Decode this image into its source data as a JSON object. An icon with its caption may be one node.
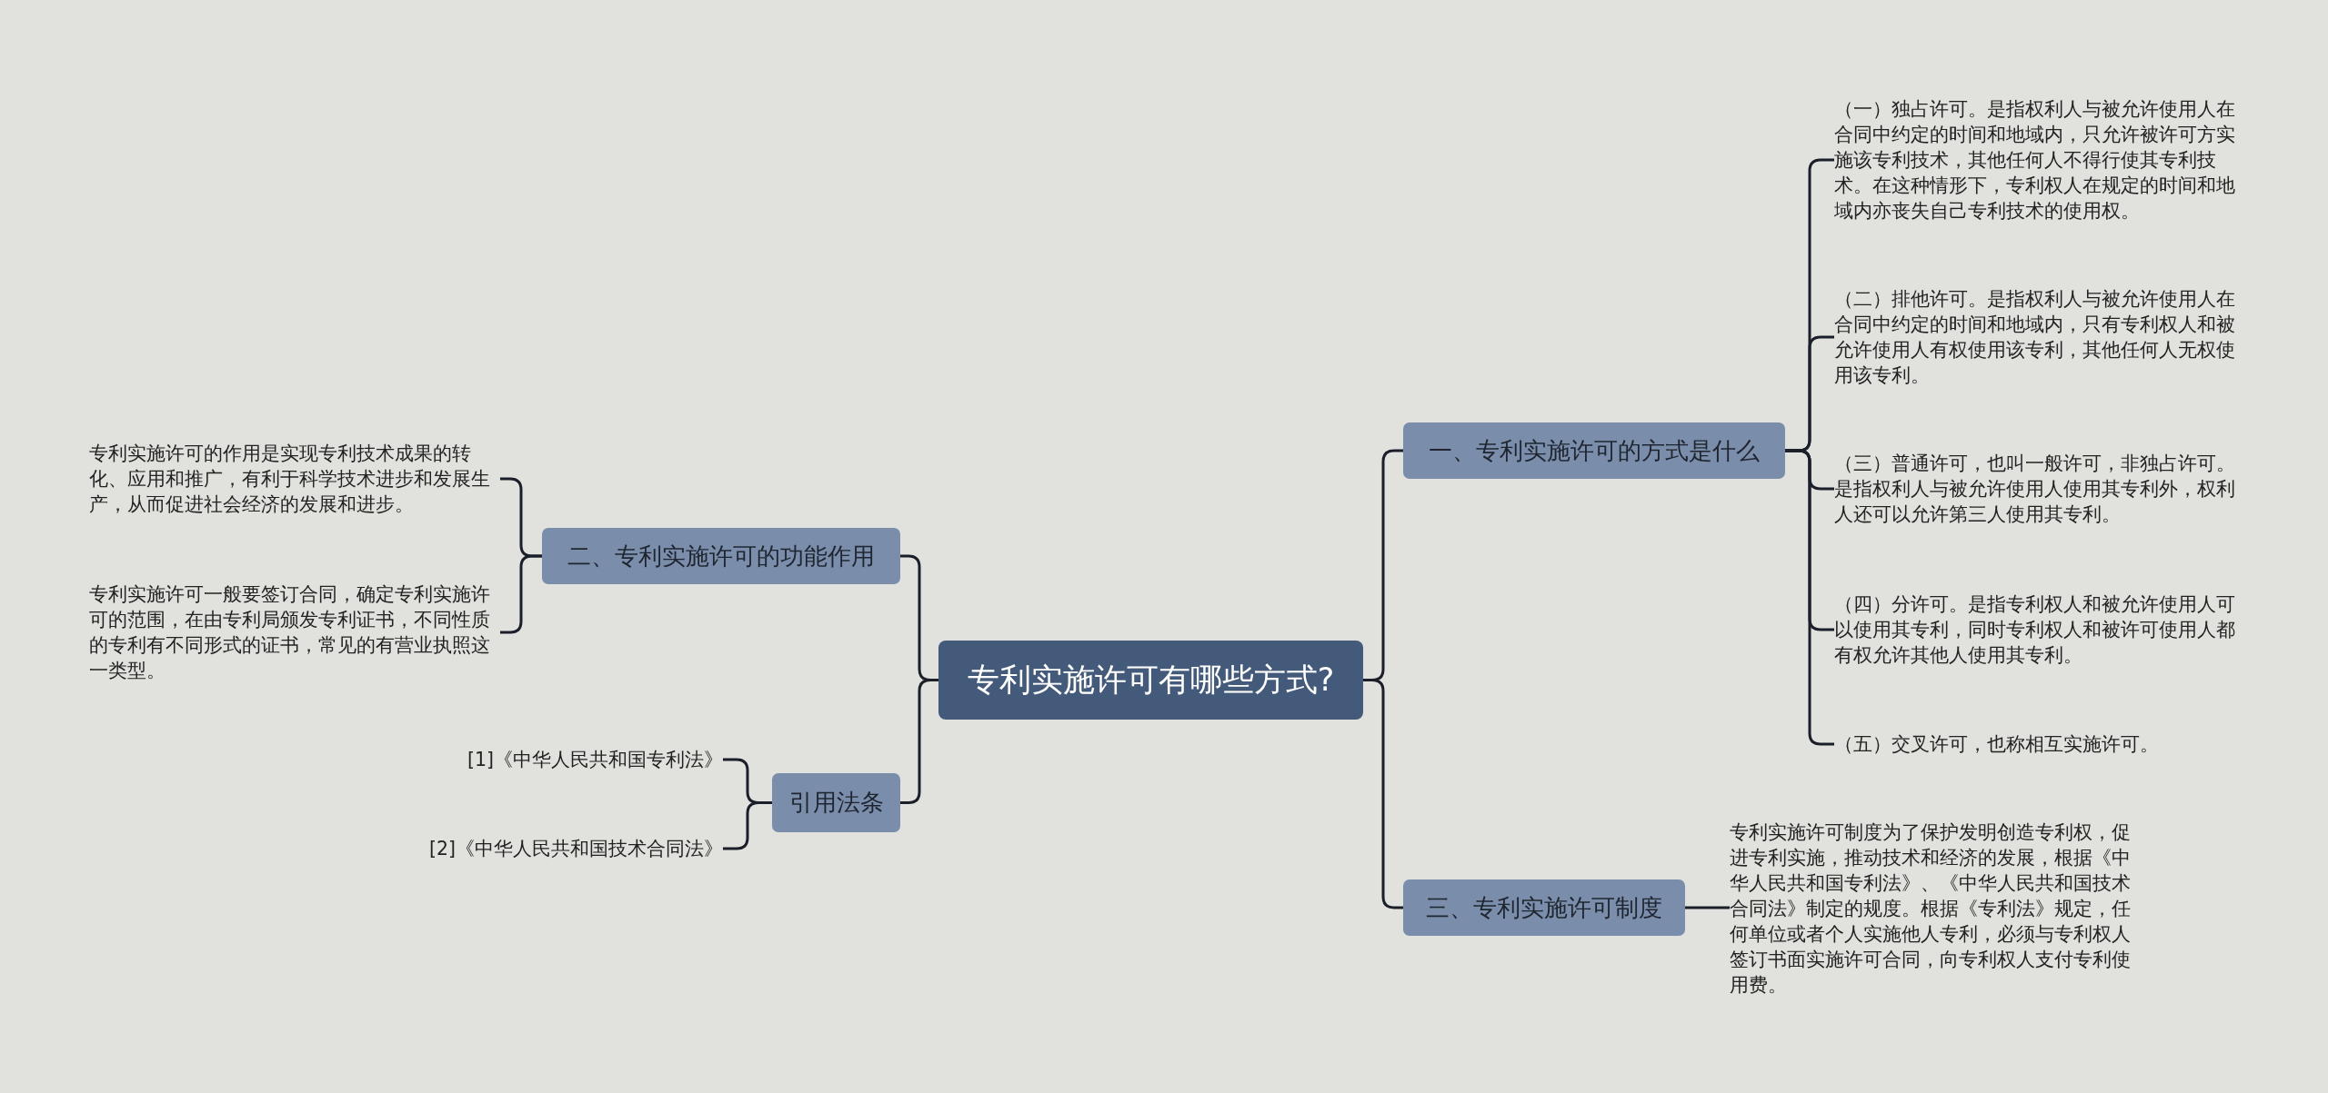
{
  "diagram": {
    "nodes": [
      {
        "text": [
          "专利实施许可有哪些方式?"
        ]
      },
      {
        "text": [
          "一、专利实施许可的方式是什么"
        ]
      },
      {
        "text": [
          "（一）独占许可。是指权利人与被允许使用人在合同中约定的时间和地域内，只允许被许可方实施该专利技术，其他任何人不得行使其专利技术。在这种情形下，专利权人在规定的时间和地域内亦丧失自己专利技术的使用权。"
        ]
      },
      {
        "text": [
          "（二）排他许可。是指权利人与被允许使用人在合同中约定的时间和地域内，只有专利权人和被允许使用人有权使用该专利，其他任何人无权使用该专利。"
        ]
      },
      {
        "text": [
          "（三）普通许可，也叫一般许可，非独占许可。是指权利人与被允许使用人使用其专利外，权利人还可以允许第三人使用其专利。"
        ]
      },
      {
        "text": [
          "（四）分许可。是指专利权人和被允许使用人可以使用其专利，同时专利权人和被许可使用人都有权允许其他人使用其专利。"
        ]
      },
      {
        "text": [
          "（五）交叉许可，也称相互实施许可。"
        ]
      },
      {
        "text": [
          "三、专利实施许可制度"
        ]
      },
      {
        "text": [
          "专利实施许可制度为了保护发明创造专利权，促进专利实施，推动技术和经济的发展，根据《中华人民共和国专利法》、《中华人民共和国技术合同法》制定的规度。根据《专利法》规定，任何单位或者个人实施他人专利，必须与专利权人签订书面实施许可合同，向专利权人支付专利使用费。"
        ]
      },
      {
        "text": [
          "二、专利实施许可的功能作用"
        ]
      },
      {
        "text": [
          "专利实施许可的作用是实现专利技术成果的转化、应用和推广，有利于科学技术进步和发展生产，从而促进社会经济的发展和进步。"
        ]
      },
      {
        "text": [
          "专利实施许可一般要签订合同，确定专利实施许可的范围，在由专利局颁发专利证书，不同性质的专利有不同形式的证书，常见的有营业执照这一类型。"
        ]
      },
      {
        "text": [
          "引用法条"
        ]
      },
      {
        "text": [
          "[1]《中华人民共和国专利法》"
        ]
      },
      {
        "text": [
          "[2]《中华人民共和国技术合同法》"
        ]
      }
    ],
    "edges": [
      {
        "from": 0,
        "to": 1,
        "arrow": "none"
      },
      {
        "from": 1,
        "to": 2,
        "arrow": "none"
      },
      {
        "from": 1,
        "to": 3,
        "arrow": "none"
      },
      {
        "from": 1,
        "to": 4,
        "arrow": "none"
      },
      {
        "from": 1,
        "to": 5,
        "arrow": "none"
      },
      {
        "from": 1,
        "to": 6,
        "arrow": "none"
      },
      {
        "from": 0,
        "to": 7,
        "arrow": "none"
      },
      {
        "from": 7,
        "to": 8,
        "arrow": "none"
      },
      {
        "from": 0,
        "to": 9,
        "arrow": "none"
      },
      {
        "from": 9,
        "to": 10,
        "arrow": "none"
      },
      {
        "from": 9,
        "to": 11,
        "arrow": "none"
      },
      {
        "from": 0,
        "to": 12,
        "arrow": "none"
      },
      {
        "from": 12,
        "to": 13,
        "arrow": "none"
      },
      {
        "from": 12,
        "to": 14,
        "arrow": "none"
      }
    ]
  }
}
